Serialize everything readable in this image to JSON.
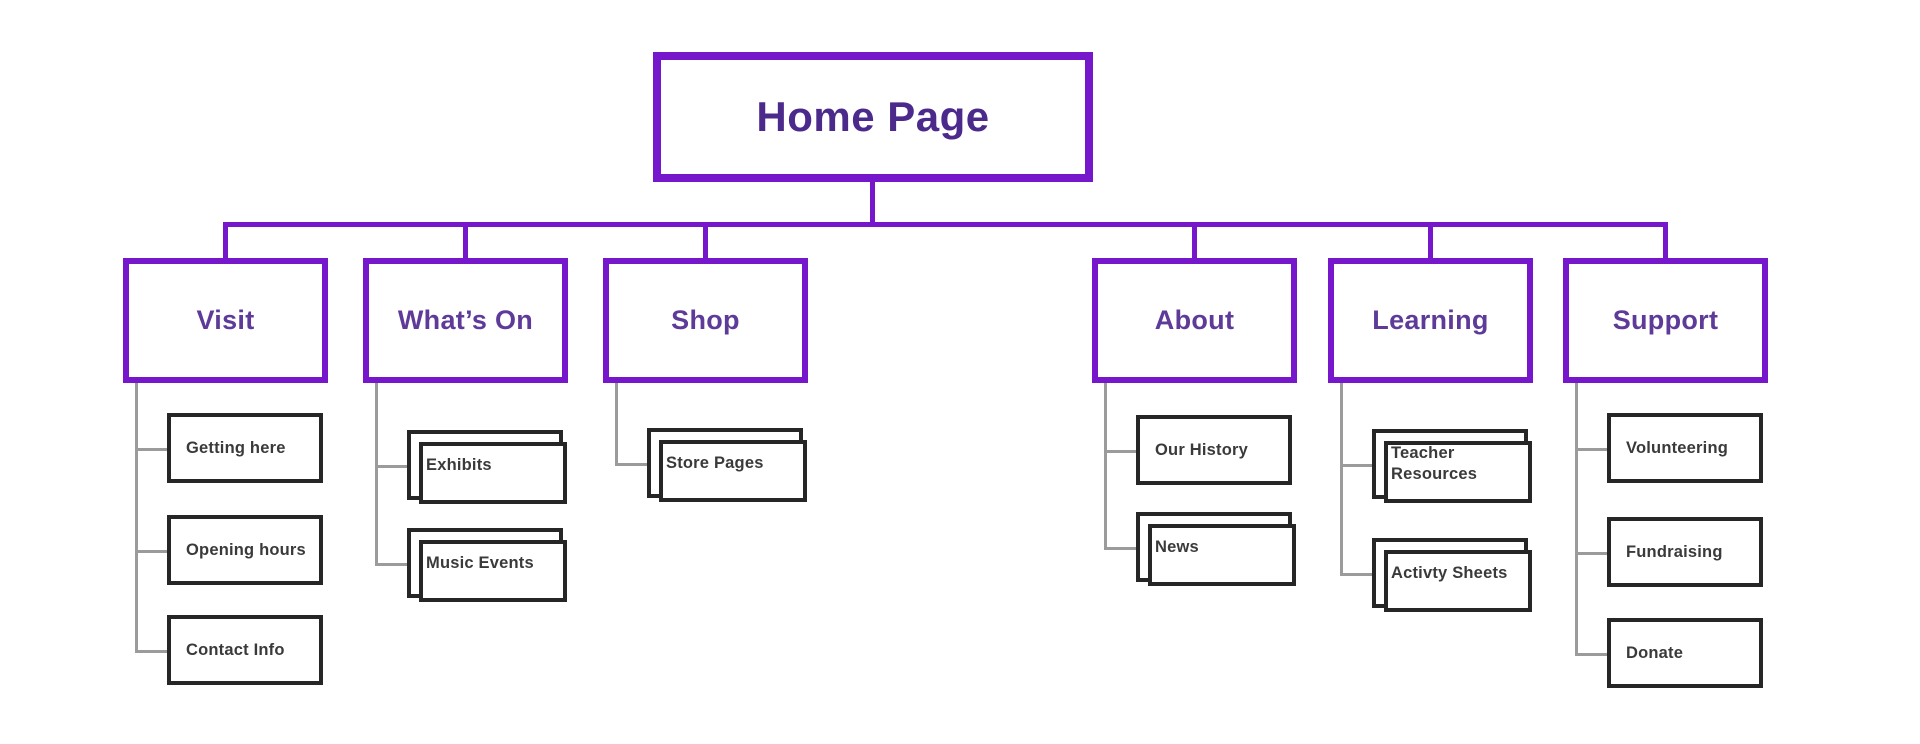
{
  "diagram": {
    "root": {
      "label": "Home Page"
    },
    "sections": [
      {
        "label": "Visit",
        "children": [
          {
            "label": "Getting here",
            "stacked": false
          },
          {
            "label": "Opening hours",
            "stacked": false
          },
          {
            "label": "Contact Info",
            "stacked": false
          }
        ]
      },
      {
        "label": "What’s On",
        "children": [
          {
            "label": "Exhibits",
            "stacked": true
          },
          {
            "label": "Music Events",
            "stacked": true
          }
        ]
      },
      {
        "label": "Shop",
        "children": [
          {
            "label": "Store Pages",
            "stacked": true
          }
        ]
      },
      {
        "label": "About",
        "children": [
          {
            "label": "Our History",
            "stacked": false
          },
          {
            "label": "News",
            "stacked": true
          }
        ]
      },
      {
        "label": "Learning",
        "children": [
          {
            "label": "Teacher Resources",
            "stacked": true
          },
          {
            "label": "Activty Sheets",
            "stacked": true
          }
        ]
      },
      {
        "label": "Support",
        "children": [
          {
            "label": "Volunteering",
            "stacked": false
          },
          {
            "label": "Fundraising",
            "stacked": false
          },
          {
            "label": "Donate",
            "stacked": false
          }
        ]
      }
    ],
    "colors": {
      "accent_purple": "#7617cb",
      "purple_text": "#5e3a99",
      "root_text": "#4b2a8c",
      "child_border": "#262626",
      "child_text": "#3a3a3a",
      "connector_gray": "#9b9b9b",
      "background": "#ffffff"
    }
  }
}
